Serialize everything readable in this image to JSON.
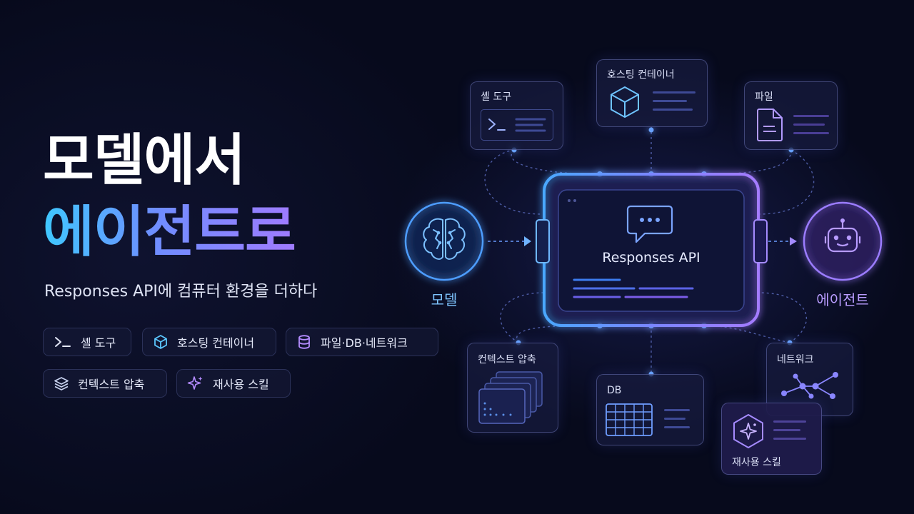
{
  "hero": {
    "title_line1": "모델에서",
    "title_line2": "에이전트로",
    "subtitle": "Responses API에 컴퓨터 환경을 더하다"
  },
  "features": [
    {
      "label": "셸 도구",
      "icon": "terminal-icon"
    },
    {
      "label": "호스팅 컨테이너",
      "icon": "cube-icon"
    },
    {
      "label": "파일·DB·네트워크",
      "icon": "database-icon"
    },
    {
      "label": "컨텍스트 압축",
      "icon": "layers-icon"
    },
    {
      "label": "재사용 스킬",
      "icon": "sparkle-icon"
    }
  ],
  "diagram": {
    "center_label": "Responses API",
    "model_label": "모델",
    "agent_label": "에이전트",
    "cards": {
      "shell": "셸 도구",
      "container": "호스팅 컨테이너",
      "file": "파일",
      "context": "컨텍스트 압축",
      "db": "DB",
      "network": "네트워크",
      "skill": "재사용 스킬"
    }
  },
  "colors": {
    "background": "#070a1c",
    "accent_cyan": "#3fc8ff",
    "accent_blue": "#6f8dff",
    "accent_purple": "#a07bff"
  }
}
